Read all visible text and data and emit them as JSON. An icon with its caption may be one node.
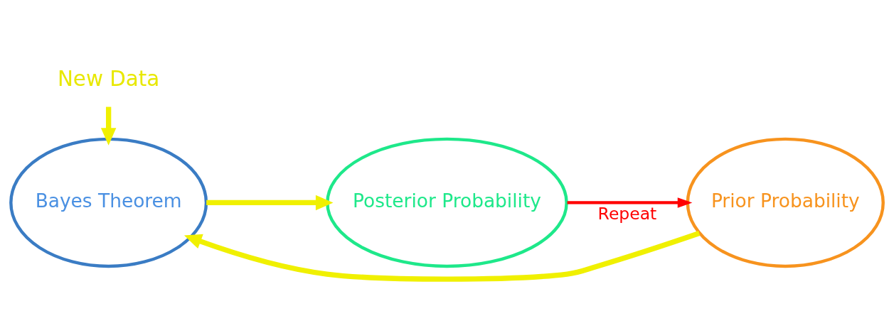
{
  "diagram": {
    "nodes": [
      {
        "text": [
          "New Data"
        ]
      },
      {
        "text": [
          "Prior Probability"
        ]
      },
      {
        "text": [
          "Bayes Theorem"
        ]
      },
      {
        "text": [
          "Posterior Probability"
        ]
      }
    ],
    "edges": [
      {
        "from": 0,
        "to": 2,
        "arrow": "to"
      },
      {
        "from": 1,
        "to": 2,
        "arrow": "to"
      },
      {
        "from": 2,
        "to": 3,
        "arrow": "to"
      },
      {
        "from": 3,
        "to": 1,
        "arrow": "to",
        "label": "Repeat",
        "color": "#ff0000"
      }
    ]
  }
}
